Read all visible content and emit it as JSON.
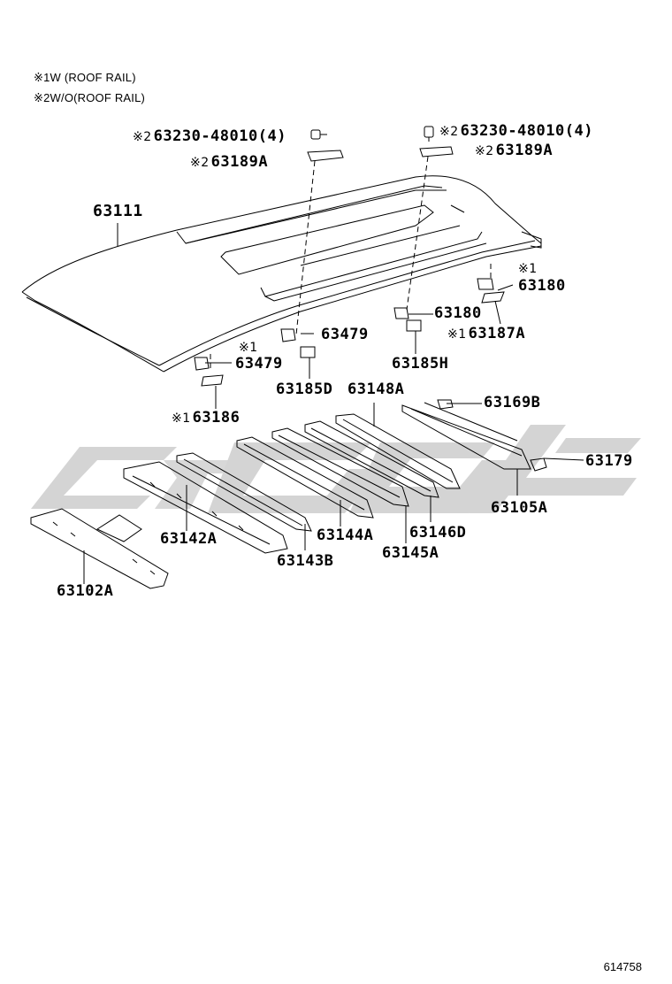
{
  "legend": [
    {
      "mark": "※1",
      "text": "W (ROOF RAIL)"
    },
    {
      "mark": "※2",
      "text": "W/O(ROOF RAIL)"
    }
  ],
  "labels": {
    "bolt_left": {
      "mark": "※2",
      "text": "63230-48010(4)"
    },
    "clip_left": {
      "mark": "※2",
      "text": "63189A"
    },
    "bolt_right": {
      "mark": "※2",
      "text": "63230-48010(4)"
    },
    "clip_right": {
      "mark": "※2",
      "text": "63189A"
    },
    "roof_panel": {
      "mark": "",
      "text": "63111"
    },
    "bracket_right_upper_mark": {
      "mark": "※1",
      "text": ""
    },
    "bracket_right_upper": {
      "mark": "",
      "text": "63180"
    },
    "bracket_center": {
      "mark": "",
      "text": "63180"
    },
    "plate_right": {
      "mark": "※1",
      "text": "63187A"
    },
    "nut_center": {
      "mark": "",
      "text": "63479"
    },
    "nut_left_mark": {
      "mark": "※1",
      "text": ""
    },
    "nut_left": {
      "mark": "",
      "text": "63479"
    },
    "seal_center": {
      "mark": "",
      "text": "63185H"
    },
    "seal_left": {
      "mark": "",
      "text": "63185D"
    },
    "bow_148": {
      "mark": "",
      "text": "63148A"
    },
    "plate_left": {
      "mark": "※1",
      "text": "63186"
    },
    "rail_169": {
      "mark": "",
      "text": "63169B"
    },
    "clip_179": {
      "mark": "",
      "text": "63179"
    },
    "rail_105": {
      "mark": "",
      "text": "63105A"
    },
    "bow_142": {
      "mark": "",
      "text": "63142A"
    },
    "bow_144": {
      "mark": "",
      "text": "63144A"
    },
    "bow_146": {
      "mark": "",
      "text": "63146D"
    },
    "bow_143": {
      "mark": "",
      "text": "63143B"
    },
    "bow_145": {
      "mark": "",
      "text": "63145A"
    },
    "header_102": {
      "mark": "",
      "text": "63102A"
    }
  },
  "figure_number": "614758",
  "colors": {
    "line": "#000000",
    "watermark": "#d4d4d4"
  },
  "icons": [
    "bolt-icon",
    "clip-icon",
    "nut-icon",
    "bracket-icon"
  ]
}
